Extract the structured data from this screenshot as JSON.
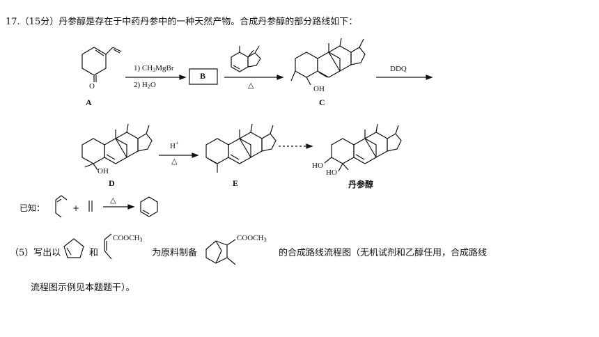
{
  "question": {
    "header": "17.（15分）丹参醇是存在于中药丹参中的一种天然产物。合成丹参醇的部分路线如下："
  },
  "reagents": {
    "step1_line1": "1) CH",
    "step1_line1_sub": "3",
    "step1_line1_tail": "MgBr",
    "step1_line2": "2) H",
    "step1_line2_sub": "2",
    "step1_line2_tail": "O",
    "ddq": "DDQ",
    "acid": "H",
    "acid_sup": "+",
    "heat": "△"
  },
  "compounds": {
    "a": "A",
    "b": "B",
    "c": "C",
    "d": "D",
    "e": "E",
    "product": "丹参醇",
    "oh_c": "OH",
    "oh_d": "OH",
    "ho1": "HO",
    "ho2": "HO",
    "o": "O",
    "cooch3": "COOCH",
    "cooch3_sub": "3"
  },
  "known": {
    "label": "已知：",
    "plus": "+"
  },
  "part5": {
    "prefix": "（5）写出以",
    "and": "和",
    "middle": "为原料制备",
    "suffix": "的合成路线流程图（无机试剂和乙醇任用，合成路线",
    "line2": "流程图示例见本题题干）。"
  }
}
